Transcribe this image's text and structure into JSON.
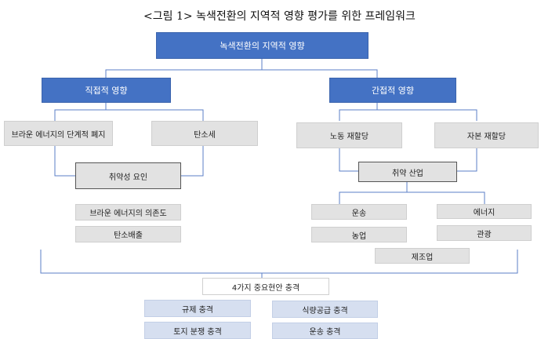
{
  "caption": "<그림 1> 녹색전환의 지역적 영향 평가를 위한 프레임워크",
  "nodes": {
    "root": "녹색전환의 지역적 영향",
    "direct": "직접적 영향",
    "indirect": "간접적 영향",
    "brown_phaseout": "브라운 에너지의 단계적 폐지",
    "carbon_tax": "탄소세",
    "labor_realloc": "노동 재할당",
    "capital_realloc": "자본 재할당",
    "vulnerability": "취약성 요인",
    "vulnerable_industry": "취약 산업",
    "brown_dependence": "브라운 에너지의 의존도",
    "carbon_emission": "탄소배출",
    "transport": "운송",
    "energy": "에너지",
    "agriculture": "농업",
    "tourism": "관광",
    "manufacturing": "제조업",
    "four_shocks": "4가지 중요현안 충격",
    "regulatory_shock": "규제 충격",
    "food_supply_shock": "식량공급 충격",
    "land_dispute_shock": "토지 분쟁 충격",
    "transport_shock": "운송 충격"
  },
  "colors": {
    "blue_box": "#4472c4",
    "gray_box": "#e2e2e2",
    "light_blue_box": "#d6dff0",
    "connector": "#5b7fc7"
  }
}
